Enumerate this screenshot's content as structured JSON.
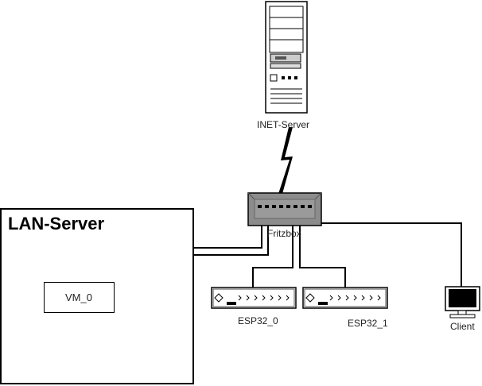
{
  "labels": {
    "inet_server": "INET-Server",
    "fritzbox": "Fritzbox",
    "lan_server": "LAN-Server",
    "vm": "VM_0",
    "esp32_0": "ESP32_0",
    "esp32_1": "ESP32_1",
    "client": "Client"
  },
  "icons": {
    "tower": "server-tower-icon",
    "switch": "network-switch-icon",
    "bolt": "lightning-link-icon",
    "rack": "rack-device-icon",
    "monitor": "monitor-icon"
  },
  "colors": {
    "line": "#000000",
    "device_fill": "#ffffff",
    "switch_fill": "#8c8c8c",
    "screen_fill": "#000000"
  }
}
